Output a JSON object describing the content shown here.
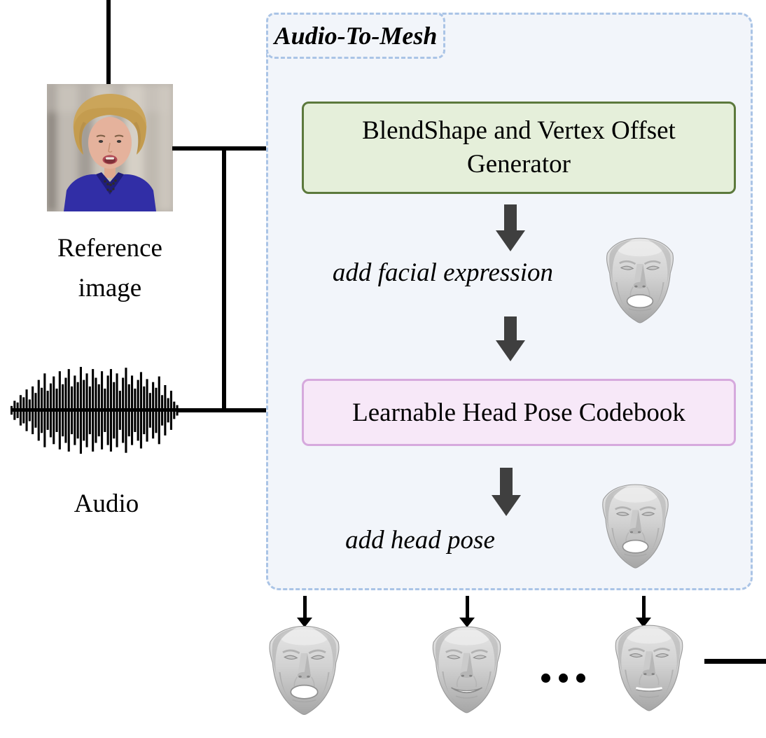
{
  "figure": {
    "module": {
      "label": "Audio-To-Mesh"
    },
    "inputs": {
      "reference_image": {
        "icon": "reference-portrait-photo",
        "caption_lines": [
          "Reference",
          "image"
        ]
      },
      "audio": {
        "icon": "audio-waveform-icon",
        "caption": "Audio",
        "bars": [
          0.1,
          0.22,
          0.18,
          0.35,
          0.3,
          0.48,
          0.25,
          0.55,
          0.4,
          0.7,
          0.52,
          0.85,
          0.45,
          0.62,
          0.78,
          0.5,
          0.9,
          0.6,
          0.75,
          0.95,
          0.55,
          0.8,
          0.65,
          1.0,
          0.7,
          0.85,
          0.55,
          0.95,
          0.75,
          0.6,
          0.9,
          0.5,
          0.8,
          0.95,
          0.65,
          0.85,
          0.45,
          0.75,
          0.98,
          0.6,
          0.8,
          0.5,
          0.7,
          0.88,
          0.55,
          0.72,
          0.4,
          0.65,
          0.52,
          0.78,
          0.35,
          0.58,
          0.28,
          0.45,
          0.2,
          0.12
        ]
      }
    },
    "blocks": {
      "generator": {
        "label": "BlendShape and Vertex Offset Generator",
        "fill": "#e5efda",
        "border": "#5c793c"
      },
      "codebook": {
        "label": "Learnable Head Pose Codebook",
        "fill": "#f7e8f8",
        "border": "#d6a9dd"
      }
    },
    "steps": {
      "expression": {
        "label": "add facial expression",
        "icon": "face-mesh-open-mouth-icon"
      },
      "pose": {
        "label": "add head pose",
        "icon": "face-mesh-open-mouth-icon"
      }
    },
    "outputs": {
      "ellipsis": "...",
      "meshes": [
        {
          "icon": "face-mesh-open-mouth-icon"
        },
        {
          "icon": "face-mesh-smile-icon"
        },
        {
          "icon": "face-mesh-neutral-icon"
        }
      ]
    },
    "colors": {
      "container_fill": "#f2f5fa",
      "container_border": "#aac4e6",
      "thick_arrow": "#3f3f3f",
      "line": "#000000"
    }
  }
}
